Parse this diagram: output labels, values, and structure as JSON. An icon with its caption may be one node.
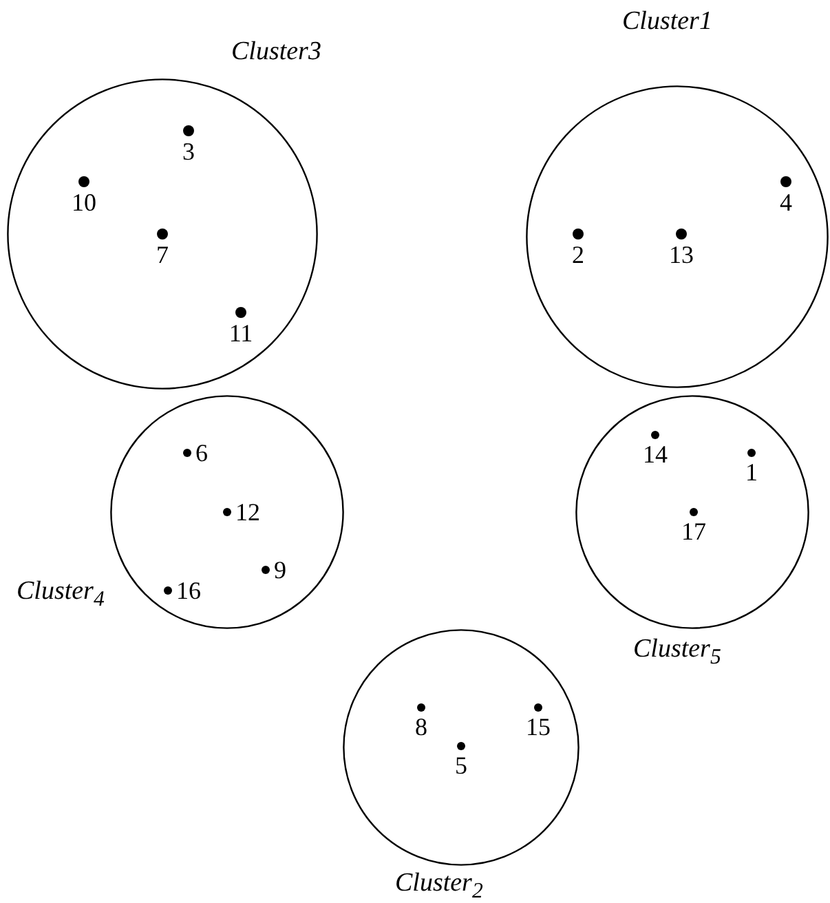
{
  "diagram": {
    "nodes": [
      {
        "text": [
          "Cluster3"
        ]
      },
      {
        "text": [],
        "shape": "circle",
        "beside": [
          "3"
        ],
        "in": 0
      },
      {
        "text": [],
        "shape": "circle",
        "beside": [
          "10"
        ],
        "in": 0
      },
      {
        "text": [],
        "shape": "circle",
        "beside": [
          "7"
        ],
        "in": 0
      },
      {
        "text": [],
        "shape": "circle",
        "beside": [
          "11"
        ],
        "in": 0
      },
      {
        "text": [
          "Cluster1"
        ]
      },
      {
        "text": [],
        "shape": "circle",
        "beside": [
          "4"
        ],
        "in": 5
      },
      {
        "text": [],
        "shape": "circle",
        "beside": [
          "2"
        ],
        "in": 5
      },
      {
        "text": [],
        "shape": "circle",
        "beside": [
          "13"
        ],
        "in": 5
      },
      {
        "text": [
          "Cluster$_{4}$"
        ]
      },
      {
        "text": [],
        "shape": "circle",
        "beside": [
          "6"
        ],
        "in": 9
      },
      {
        "text": [],
        "shape": "circle",
        "beside": [
          "12"
        ],
        "in": 9
      },
      {
        "text": [],
        "shape": "circle",
        "beside": [
          "9"
        ],
        "in": 9
      },
      {
        "text": [],
        "shape": "circle",
        "beside": [
          "16"
        ],
        "in": 9
      },
      {
        "text": [
          "Cluster$_{5}$"
        ]
      },
      {
        "text": [],
        "shape": "circle",
        "beside": [
          "14"
        ],
        "in": 14
      },
      {
        "text": [],
        "shape": "circle",
        "beside": [
          "1"
        ],
        "in": 14
      },
      {
        "text": [],
        "shape": "circle",
        "beside": [
          "17"
        ],
        "in": 14
      },
      {
        "text": [
          "Cluster$_{2}$"
        ]
      },
      {
        "text": [],
        "shape": "circle",
        "beside": [
          "8"
        ],
        "in": 18
      },
      {
        "text": [],
        "shape": "circle",
        "beside": [
          "15"
        ],
        "in": 18
      },
      {
        "text": [],
        "shape": "circle",
        "beside": [
          "5"
        ],
        "in": 18
      }
    ]
  }
}
